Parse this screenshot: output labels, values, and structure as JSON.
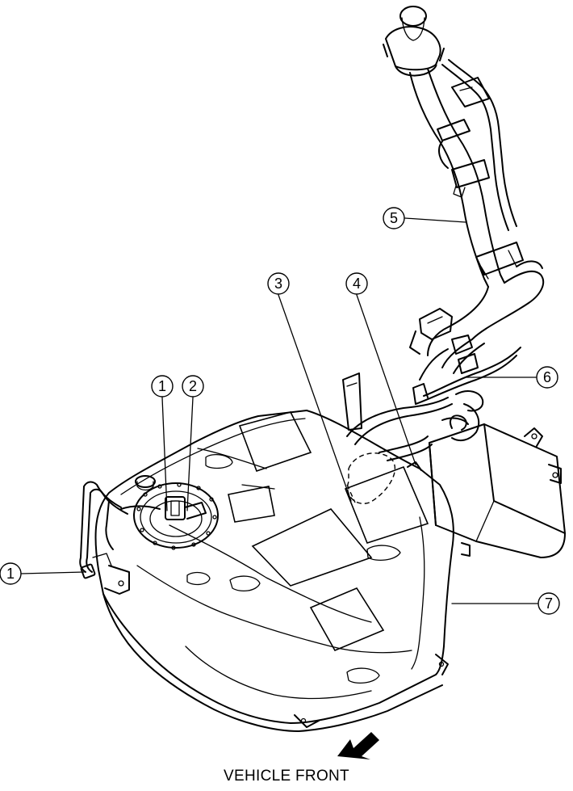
{
  "callouts": [
    {
      "id": "c1a",
      "label": "1"
    },
    {
      "id": "c2",
      "label": "2"
    },
    {
      "id": "c1b",
      "label": "1"
    },
    {
      "id": "c3",
      "label": "3"
    },
    {
      "id": "c4",
      "label": "4"
    },
    {
      "id": "c5",
      "label": "5"
    },
    {
      "id": "c6",
      "label": "6"
    },
    {
      "id": "c7",
      "label": "7"
    }
  ],
  "caption": "VEHICLE FRONT",
  "direction_arrow": "arrow-pointing-down-left"
}
